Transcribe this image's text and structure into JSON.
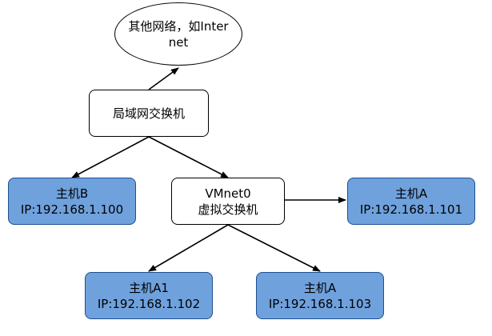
{
  "colors": {
    "host_fill": "#6fa1dd",
    "host_border": "#1f4f8f",
    "box_fill": "#ffffff",
    "line": "#000000"
  },
  "nodes": {
    "internet": {
      "line1": "其他网络，如Inter",
      "line2": "net"
    },
    "lan_switch": {
      "label": "局域网交换机"
    },
    "host_b": {
      "name": "主机B",
      "ip": "IP:192.168.1.100"
    },
    "vmnet0": {
      "line1": "VMnet0",
      "line2": "虚拟交换机"
    },
    "host_a_right": {
      "name": "主机A",
      "ip": "IP:192.168.1.101"
    },
    "host_a1": {
      "name": "主机A1",
      "ip": "IP:192.168.1.102"
    },
    "host_a_bottom": {
      "name": "主机A",
      "ip": "IP:192.168.1.103"
    }
  }
}
